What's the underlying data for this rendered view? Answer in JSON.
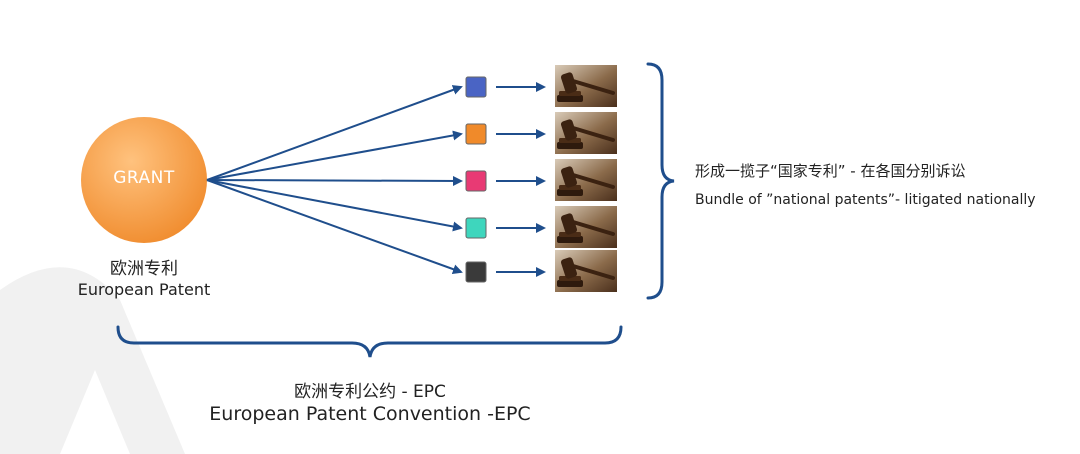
{
  "grant": {
    "label": "GRANT",
    "cn": "欧洲专利",
    "en": "European Patent",
    "color": "#f5a04a"
  },
  "boxes": [
    {
      "color": "#4a64c4",
      "name": "blue"
    },
    {
      "color": "#f08a2a",
      "name": "orange"
    },
    {
      "color": "#e83a74",
      "name": "pink"
    },
    {
      "color": "#3ed6bd",
      "name": "teal"
    },
    {
      "color": "#3a3a3a",
      "name": "dark-gray"
    }
  ],
  "gavel_icon": "gavel-icon",
  "bundle": {
    "cn": "形成一揽子“国家专利” - 在各国分别诉讼",
    "en": "Bundle of ”national patents”- litigated nationally"
  },
  "epc": {
    "cn": "欧洲专利公约 - EPC",
    "en": "European Patent Convention -EPC"
  },
  "colors": {
    "arrow": "#1f4e8c",
    "brace": "#1f4e8c",
    "watermark": "#f1f1f1"
  }
}
